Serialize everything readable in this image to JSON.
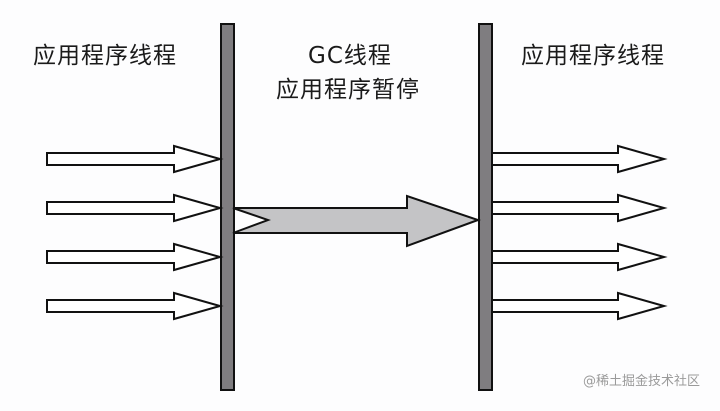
{
  "diagram": {
    "title": "Stop-the-world GC pause",
    "left_label": "应用程序线程",
    "middle_label_line1": "GC线程",
    "middle_label_line2": "应用程序暂停",
    "right_label": "应用程序线程",
    "incoming_thread_count": 4,
    "outgoing_thread_count": 4,
    "gc_thread_count": 1,
    "colors": {
      "barrier_fill": "#7f7d80",
      "gc_arrow_fill": "#c4c4c6",
      "thread_arrow_fill": "#ffffff",
      "stroke": "#111111",
      "background": "#fdfdfe"
    }
  },
  "watermark": "@稀土掘金技术社区"
}
